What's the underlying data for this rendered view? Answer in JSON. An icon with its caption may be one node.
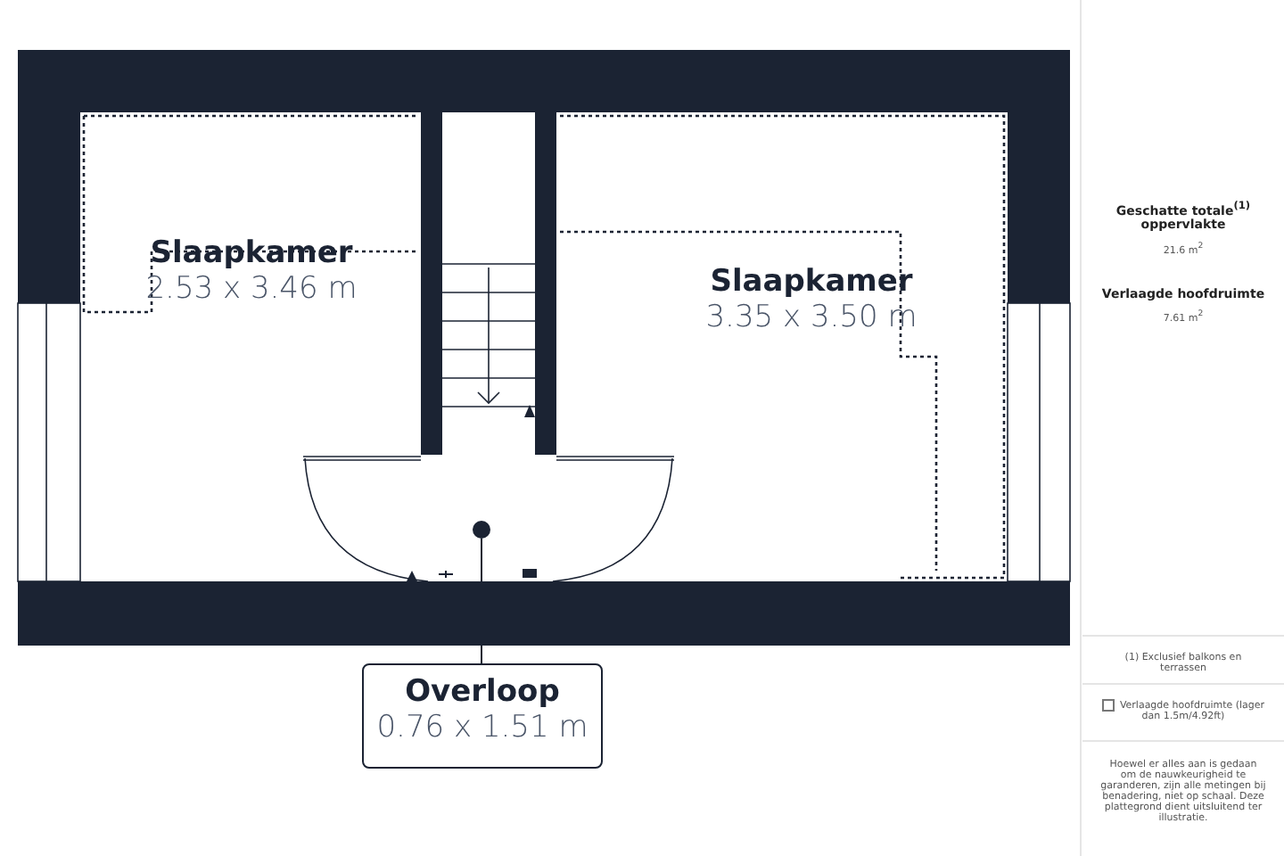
{
  "diagram": {
    "nodes": [
      {
        "text": [
          "Slaapkamer",
          "2.53 x 3.46 m"
        ]
      },
      {
        "text": [
          "Slaapkamer",
          "3.35 x 3.50 m"
        ]
      },
      {
        "text": [
          "Overloop",
          "0.76 x 1.51 m"
        ]
      },
      {
        "text": [],
        "shape": "circle"
      }
    ],
    "edges": [
      {
        "from": 2,
        "to": 3,
        "arrow": "none"
      }
    ],
    "labels": [
      "Geschatte totale$^{(1)}$ oppervlakte",
      "21.6 m$^{2}$",
      "Verlaagde hoofdruimte",
      "7.61 m$^{2}$",
      "(1) Exclusief balkons en terrassen",
      "Verlaagde hoofdruimte (lager dan 1.5m/4.92ft)",
      "Hoewel er alles aan is gedaan om de nauwkeurigheid te garanderen, zijn alle metingen bij benadering, niet op schaal. Deze plattegrond dient uitsluitend ter illustratie."
    ]
  }
}
